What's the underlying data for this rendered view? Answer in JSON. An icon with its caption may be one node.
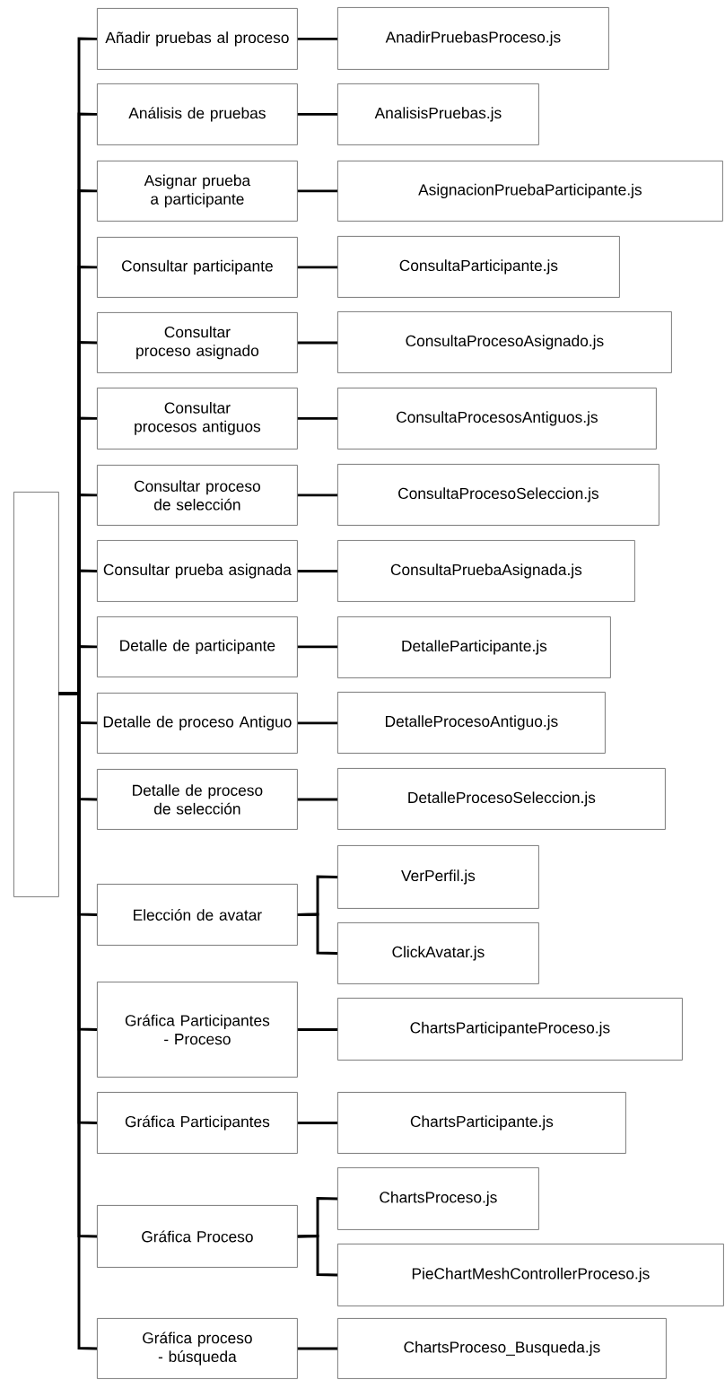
{
  "diagram": {
    "nodes": [
      {
        "text": [],
        "shape": "box"
      },
      {
        "text": [
          "Añadir pruebas al proceso"
        ]
      },
      {
        "text": [
          "AnadirPruebasProceso.js"
        ]
      },
      {
        "text": [
          "Análisis de pruebas"
        ]
      },
      {
        "text": [
          "AnalisisPruebas.js"
        ]
      },
      {
        "text": [
          "Asignar prueba a participante"
        ]
      },
      {
        "text": [
          "AsignacionPruebaParticipante.js"
        ]
      },
      {
        "text": [
          "Consultar participante"
        ]
      },
      {
        "text": [
          "ConsultaParticipante.js"
        ]
      },
      {
        "text": [
          "Consultar proceso asignado"
        ]
      },
      {
        "text": [
          "ConsultaProcesoAsignado.js"
        ]
      },
      {
        "text": [
          "Consultar procesos antiguos"
        ]
      },
      {
        "text": [
          "ConsultaProcesosAntiguos.js"
        ]
      },
      {
        "text": [
          "Consultar proceso de selección"
        ]
      },
      {
        "text": [
          "ConsultaProcesoSeleccion.js"
        ]
      },
      {
        "text": [
          "Consultar prueba asignada"
        ]
      },
      {
        "text": [
          "ConsultaPruebaAsignada.js"
        ]
      },
      {
        "text": [
          "Detalle de participante"
        ]
      },
      {
        "text": [
          "DetalleParticipante.js"
        ]
      },
      {
        "text": [
          "Detalle de proceso Antiguo"
        ]
      },
      {
        "text": [
          "DetalleProcesoAntiguo.js"
        ]
      },
      {
        "text": [
          "Detalle de proceso de selección"
        ]
      },
      {
        "text": [
          "DetalleProcesoSeleccion.js"
        ]
      },
      {
        "text": [
          "Elección de avatar"
        ]
      },
      {
        "text": [
          "VerPerfil.js"
        ]
      },
      {
        "text": [
          "ClickAvatar.js"
        ]
      },
      {
        "text": [
          "Gráfica Participantes - Proceso"
        ]
      },
      {
        "text": [
          "ChartsParticipanteProceso.js"
        ]
      },
      {
        "text": [
          "Gráfica Participantes"
        ]
      },
      {
        "text": [
          "ChartsParticipante.js"
        ]
      },
      {
        "text": [
          "Gráfica Proceso"
        ]
      },
      {
        "text": [
          "ChartsProceso.js"
        ]
      },
      {
        "text": [
          "PieChartMeshControllerProceso.js"
        ]
      },
      {
        "text": [
          "Gráfica proceso - búsqueda"
        ]
      },
      {
        "text": [
          "ChartsProceso_Busqueda.js"
        ]
      }
    ],
    "edges": [
      {
        "from": 0,
        "to": 1,
        "arrow": "none"
      },
      {
        "from": 0,
        "to": 3,
        "arrow": "none"
      },
      {
        "from": 0,
        "to": 5,
        "arrow": "none"
      },
      {
        "from": 0,
        "to": 7,
        "arrow": "none"
      },
      {
        "from": 0,
        "to": 9,
        "arrow": "none"
      },
      {
        "from": 0,
        "to": 11,
        "arrow": "none"
      },
      {
        "from": 0,
        "to": 13,
        "arrow": "none"
      },
      {
        "from": 0,
        "to": 15,
        "arrow": "none"
      },
      {
        "from": 0,
        "to": 17,
        "arrow": "none"
      },
      {
        "from": 0,
        "to": 19,
        "arrow": "none"
      },
      {
        "from": 0,
        "to": 21,
        "arrow": "none"
      },
      {
        "from": 0,
        "to": 23,
        "arrow": "none"
      },
      {
        "from": 0,
        "to": 26,
        "arrow": "none"
      },
      {
        "from": 0,
        "to": 28,
        "arrow": "none"
      },
      {
        "from": 0,
        "to": 30,
        "arrow": "none"
      },
      {
        "from": 0,
        "to": 33,
        "arrow": "none"
      },
      {
        "from": 1,
        "to": 2,
        "arrow": "none"
      },
      {
        "from": 3,
        "to": 4,
        "arrow": "none"
      },
      {
        "from": 5,
        "to": 6,
        "arrow": "none"
      },
      {
        "from": 7,
        "to": 8,
        "arrow": "none"
      },
      {
        "from": 9,
        "to": 10,
        "arrow": "none"
      },
      {
        "from": 11,
        "to": 12,
        "arrow": "none"
      },
      {
        "from": 13,
        "to": 14,
        "arrow": "none"
      },
      {
        "from": 15,
        "to": 16,
        "arrow": "none"
      },
      {
        "from": 17,
        "to": 18,
        "arrow": "none"
      },
      {
        "from": 19,
        "to": 20,
        "arrow": "none"
      },
      {
        "from": 21,
        "to": 22,
        "arrow": "none"
      },
      {
        "from": 23,
        "to": 24,
        "arrow": "none"
      },
      {
        "from": 23,
        "to": 25,
        "arrow": "none"
      },
      {
        "from": 26,
        "to": 27,
        "arrow": "none"
      },
      {
        "from": 28,
        "to": 29,
        "arrow": "none"
      },
      {
        "from": 30,
        "to": 31,
        "arrow": "none"
      },
      {
        "from": 30,
        "to": 32,
        "arrow": "none"
      },
      {
        "from": 33,
        "to": 34,
        "arrow": "none"
      }
    ]
  }
}
